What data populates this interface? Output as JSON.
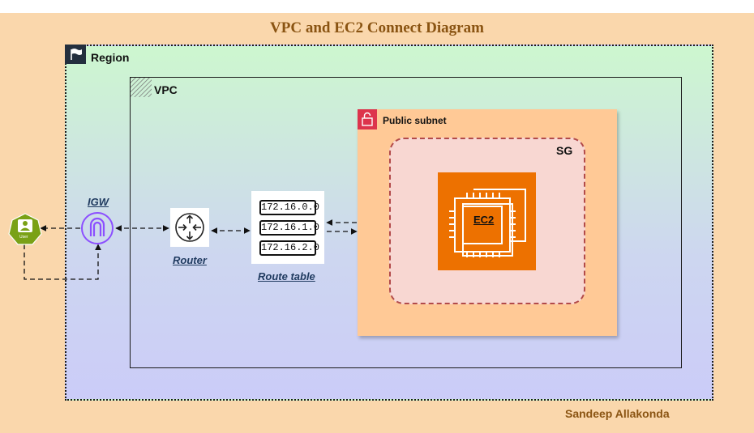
{
  "title": "VPC and EC2 Connect Diagram",
  "region": {
    "label": "Region"
  },
  "vpc": {
    "label": "VPC"
  },
  "subnet": {
    "label": "Public subnet"
  },
  "sg": {
    "label": "SG"
  },
  "ec2": {
    "label": "EC2"
  },
  "igw": {
    "label": "IGW"
  },
  "router": {
    "label": "Router"
  },
  "route_table": {
    "label": "Route table",
    "entries": [
      "172.16.0.0",
      "172.16.1.0",
      "172.16.2.0"
    ]
  },
  "user": {
    "label": "User"
  },
  "author": "Sandeep Allakonda",
  "colors": {
    "background": "#fad7ac",
    "subnet": "#ffc996",
    "sg_fill": "#f8d7d2",
    "sg_border": "#b24a4a",
    "ec2": "#ed7100",
    "igw": "#8c4fff",
    "user": "#7aa116",
    "title": "#8a5412"
  }
}
